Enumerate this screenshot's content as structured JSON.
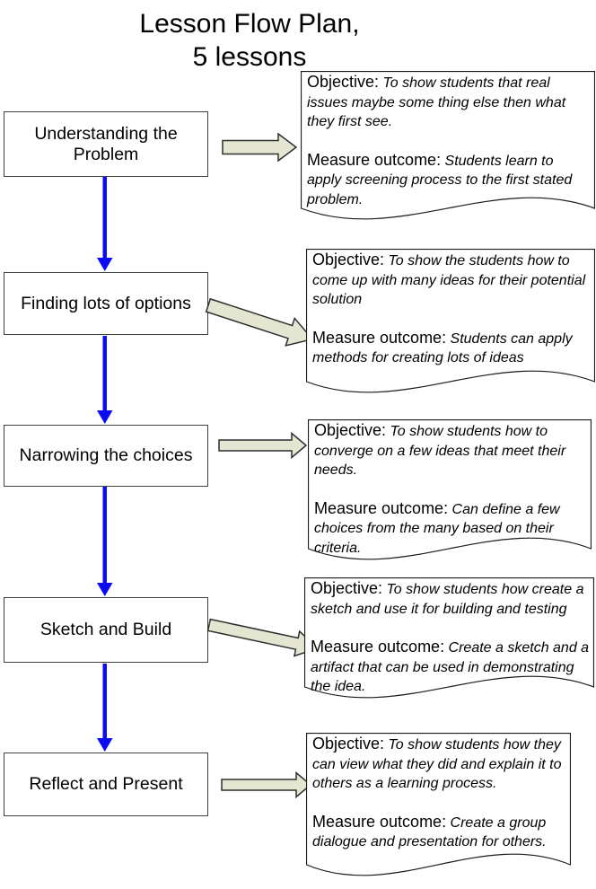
{
  "title": {
    "line1": "Lesson Flow Plan,",
    "line2": "5 lessons"
  },
  "colors": {
    "connector_blue": "#0b0bf5",
    "block_arrow_fill": "#e4e6d2",
    "block_arrow_stroke": "#2e2e2e",
    "box_border": "#404040",
    "doc_border": "#1a1a1a",
    "doc_fill": "#ffffff",
    "text": "#000000",
    "background": "#ffffff"
  },
  "steps": [
    {
      "label": "Understanding the Problem",
      "note": {
        "objective_label": "Objective:",
        "objective_text": "To show students that real issues maybe some thing else then what they first see.",
        "measure_label": "Measure outcome:",
        "measure_text": "Students learn to apply screening process to the first stated problem."
      }
    },
    {
      "label": "Finding lots of options",
      "note": {
        "objective_label": "Objective:",
        "objective_text": "To show the students how to come up with many ideas for their potential solution",
        "measure_label": "Measure outcome:",
        "measure_text": "Students can apply methods for creating lots of ideas"
      }
    },
    {
      "label": "Narrowing the choices",
      "note": {
        "objective_label": "Objective:",
        "objective_text": "To show students how to converge on a few ideas that meet their needs.",
        "measure_label": "Measure outcome:",
        "measure_text": "Can define a few choices from the many based on their criteria."
      }
    },
    {
      "label": "Sketch and Build",
      "note": {
        "objective_label": "Objective:",
        "objective_text": "To show students how create a sketch and use it for building and testing",
        "measure_label": "Measure outcome:",
        "measure_text": "Create a sketch and a artifact that can be used in demonstrating the idea."
      }
    },
    {
      "label": "Reflect and Present",
      "note": {
        "objective_label": "Objective:",
        "objective_text": "To show students how they can view what they did and explain it to others as a learning process.",
        "measure_label": "Measure outcome:",
        "measure_text": "Create a group dialogue and presentation for others."
      }
    }
  ]
}
